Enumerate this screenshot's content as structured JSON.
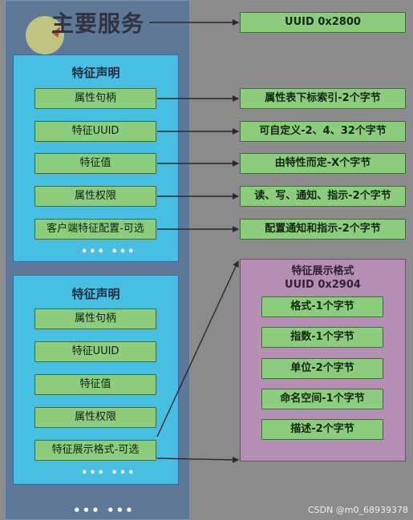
{
  "service": {
    "title": "主要服务",
    "uuid_label": "UUID 0x2800",
    "bottom_dots": "••• •••"
  },
  "declaration_1": {
    "title": "特征声明",
    "fields": [
      "属性句柄",
      "特征UUID",
      "特征值",
      "属性权限",
      "客户端特征配置-可选"
    ],
    "dots": "••• •••"
  },
  "declaration_2": {
    "title": "特征声明",
    "fields": [
      "属性句柄",
      "特征UUID",
      "特征值",
      "属性权限",
      "特征展示格式-可选"
    ],
    "dots": "••• •••"
  },
  "descriptions": [
    "属性表下标索引-2个字节",
    "可自定义-2、4、32个字节",
    "由特性而定-X个字节",
    "读、写、通知、指示-2个字节",
    "配置通知和指示-2个字节"
  ],
  "presentation_format": {
    "title": "特征展示格式",
    "uuid": "UUID 0x2904",
    "fields": [
      "格式-1个字节",
      "指数-1个字节",
      "单位-2个字节",
      "命名空间-1个字节",
      "描述-2个字节"
    ]
  },
  "watermark": "CSDN @m0_68939378",
  "colors": {
    "background": "#8b8b8b",
    "service_panel": "#5f7898",
    "declaration": "#47bfe2",
    "field": "#8ccd7d",
    "format_panel": "#b58eb4",
    "arrow": "#2a2a2a"
  }
}
